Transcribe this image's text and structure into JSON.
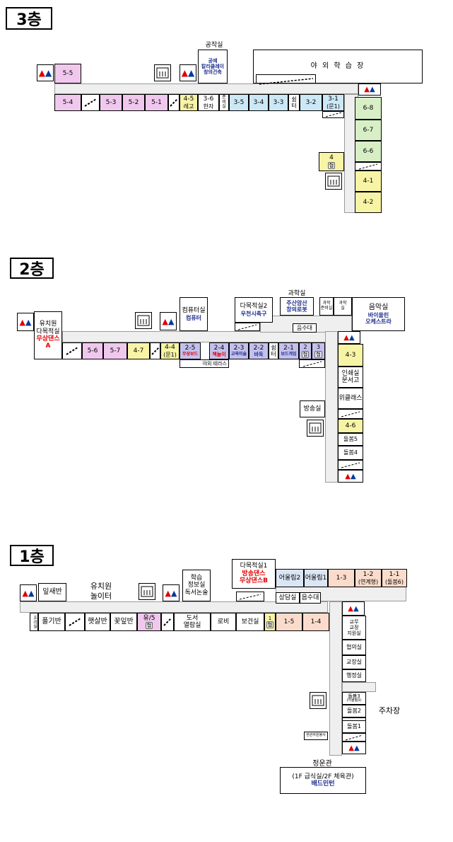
{
  "floor3": {
    "label": "3층",
    "rooms": {
      "r55": "5-5",
      "r54": "5-4",
      "r53": "5-3",
      "r52": "5-2",
      "r51": "5-1",
      "r45": "4-5",
      "r45b": "레고",
      "r36": "3-6",
      "r36b": "한자",
      "r35": "3-5",
      "r34": "3-4",
      "r33": "3-3",
      "rest": "쉼터",
      "r32": "3-2",
      "r31": "3-1",
      "r31b": "(문1)",
      "r68": "6-8",
      "r67": "6-7",
      "r66": "6-6",
      "r4": "4",
      "r4b": "협",
      "r41": "4-1",
      "r42": "4-2",
      "center": "공작실",
      "studio": "공작실",
      "studio_sub": "공예\n칼라클레이\n창의건축",
      "outdoor": "야 외 학 습 장",
      "supply": "준\n비\n실"
    }
  },
  "floor2": {
    "label": "2층",
    "rooms": {
      "kinder": "유치원\n다목적실",
      "kinder_red": "무상댄스\nA",
      "r56": "5-6",
      "r57": "5-7",
      "r47": "4-7",
      "r44": "4-4",
      "r44b": "(문1)",
      "r25": "2-5",
      "r25b": "무상보드",
      "r24": "2-4",
      "r24b": "책놀이",
      "r23": "2-3",
      "r23b": "교육미술",
      "r22": "2-2",
      "r22b": "바둑",
      "rest": "쉼\n터",
      "r21": "2-1",
      "r21b": "보드게임",
      "r2h": "2",
      "r2hb": "협",
      "r3h": "3",
      "r3hb": "협",
      "terrace": "야외 테라스",
      "computer": "컴퓨터실",
      "computer_sub": "컴퓨터",
      "multi2": "다목적실2",
      "multi2_sub": "우천시축구",
      "science_top": "과학실",
      "science": "주산암산\n창의로봇",
      "sci_prep": "과학\n준비실",
      "bathsci": "과학\n실",
      "music": "음악실",
      "music_sub": "바이올린\n오케스트라",
      "water": "음수대",
      "r43": "4-3",
      "print": "인쇄실\n문서고",
      "wee": "위클래스",
      "broadcast": "방송실",
      "r46": "4-6",
      "care5": "돌봄5",
      "care4": "돌봄4"
    }
  },
  "floor1": {
    "label": "1층",
    "rooms": {
      "leaf": "잎새반",
      "playground": "유치원\n놀이터",
      "learn": "학습\n정보실\n독서논술",
      "multi1": "다목적실1",
      "multi1_sub": "방송댄스\n무상댄스B",
      "harmony2": "어울림2",
      "harmony1": "어울림1",
      "r13": "1-3",
      "r12": "1-2",
      "r12b": "(연계형)",
      "r11": "1-1",
      "r11b": "(돌봄6)",
      "kitchen": "조리실",
      "grass": "풀기반",
      "sun": "햇살반",
      "flower": "꽃잎반",
      "yu5": "유/5",
      "yu5b": "협",
      "library": "도서\n열람실",
      "lobby": "로비",
      "health": "보건실",
      "r1h": "1",
      "r1hb": "협",
      "r15": "1-5",
      "r14": "1-4",
      "counsel": "상담실",
      "water": "음수대",
      "teach": "교무\n교정\n지원실",
      "meeting": "협의실",
      "principal": "교장실",
      "admin": "행정실",
      "care3": "돌봄3",
      "care3b": "(어울림3)",
      "care2": "돌봄2",
      "care1": "돌봄1",
      "parking": "주차장",
      "entrance": "현관자원봉사",
      "gym": "정운관",
      "gym_sub": "(1F 급식실/2F 체육관)",
      "gym_sub2": "배드민턴"
    }
  },
  "colors": {
    "pink": "#f0c8ee",
    "yellow": "#f8f4a6",
    "blue": "#cce8f6",
    "green": "#d8efc6",
    "purple": "#c4c0ee",
    "peach": "#fbdccc",
    "hallway": "#efefef",
    "red": "#e00000",
    "navy": "#1f2e8c"
  },
  "icons": [
    "restroom-icon",
    "elevator-icon",
    "stairs-icon",
    "door-icon"
  ]
}
